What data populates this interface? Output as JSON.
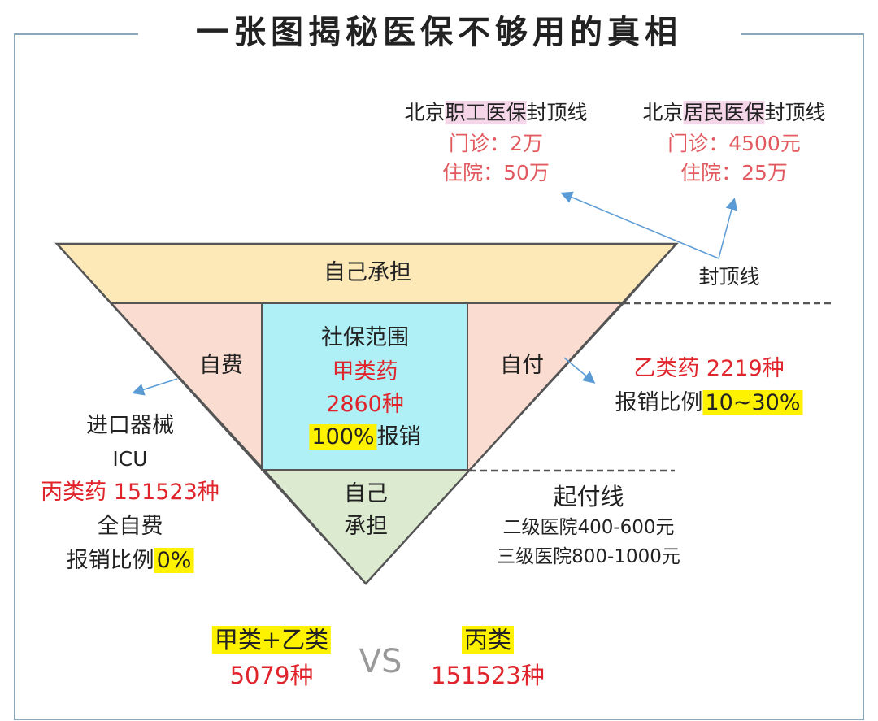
{
  "title": "一张图揭秘医保不够用的真相",
  "colors": {
    "frame": "#8aa8bb",
    "top_band": "#fde9b8",
    "side_pink": "#fadcd0",
    "center": "#aef0f5",
    "bottom": "#dcebd0",
    "outline": "#555555",
    "arrow": "#5b9bd5",
    "red": "#e0242b",
    "highlight": "#fff200",
    "pink_highlight": "#f5d6e8"
  },
  "caps": {
    "employee": {
      "prefix": "北京",
      "mid": "职工医保",
      "suffix": "封顶线",
      "outpatient": "门诊：2万",
      "inpatient": "住院：50万"
    },
    "resident": {
      "prefix": "北京",
      "mid": "居民医保",
      "suffix": "封顶线",
      "outpatient": "门诊：4500元",
      "inpatient": "住院：25万"
    }
  },
  "cap_line_label": "封顶线",
  "regions": {
    "top": "自己承担",
    "self_pay": "自费",
    "self_pay2": "自付",
    "center": {
      "line1": "社保范围",
      "line2": "甲类药",
      "line3": "2860种",
      "pct": "100%",
      "suffix": "报销"
    },
    "bottom_l1": "自己",
    "bottom_l2": "承担"
  },
  "left_notes": {
    "line1": "进口器械",
    "line2": "ICU",
    "line3": "丙类药 151523种",
    "line4": "全自费",
    "ratio_prefix": "报销比例",
    "ratio_value": "0%"
  },
  "right_notes": {
    "line1": "乙类药 2219种",
    "ratio_prefix": "报销比例",
    "ratio_value": "10~30%"
  },
  "deductible": {
    "title": "起付线",
    "line1": "二级医院400-600元",
    "line2": "三级医院800-1000元"
  },
  "comparison": {
    "left_label": "甲类+乙类",
    "left_value": "5079种",
    "vs": "VS",
    "right_label": "丙类",
    "right_value": "151523种"
  }
}
